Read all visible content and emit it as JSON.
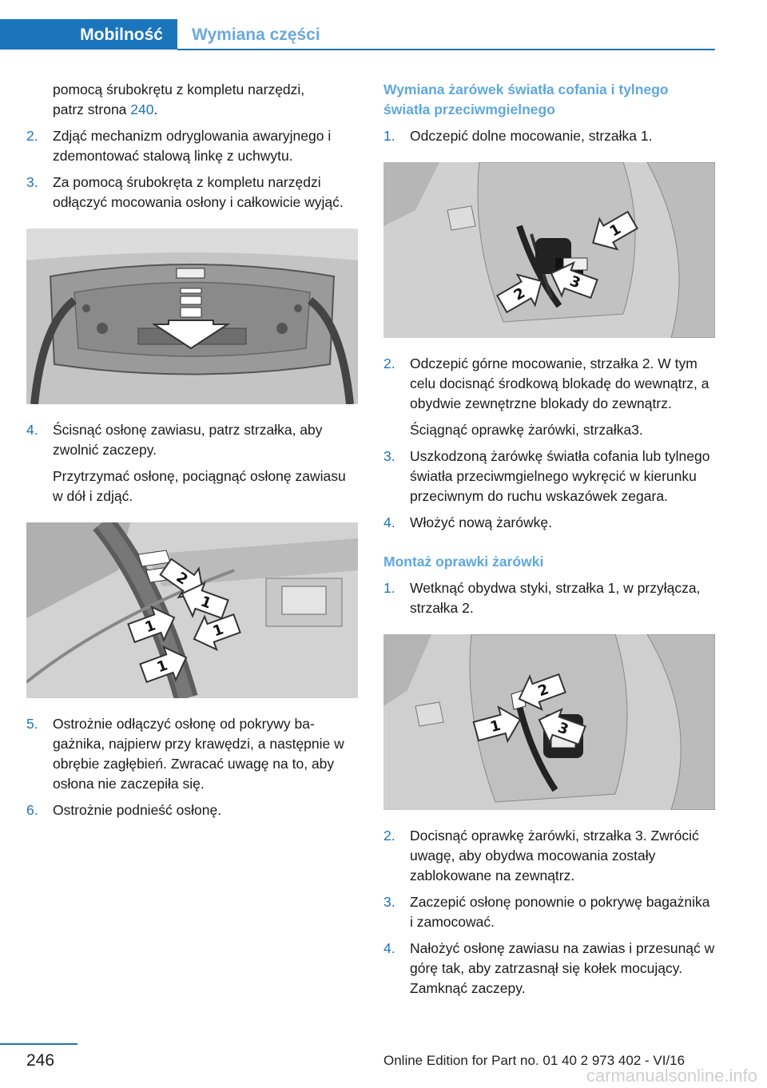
{
  "header": {
    "section": "Mobilność",
    "subsection": "Wymiana części"
  },
  "left": {
    "cont_line_a": "pomocą śrubokrętu z kompletu narzędzi,",
    "cont_line_b_pre": "patrz strona ",
    "cont_line_b_link": "240",
    "cont_line_b_post": ".",
    "steps_a": [
      {
        "n": "2.",
        "text": "Zdjąć mechanizm odryglowania awaryj­nego i zdemontować stalową linkę z uch­wytu."
      },
      {
        "n": "3.",
        "text": "Za pomocą śrubokręta z kompletu narzędzi odłączyć mocowania osłony i całkowicie wyjąć."
      }
    ],
    "step4": {
      "n": "4.",
      "text": "Ścisnąć osłonę zawiasu, patrz strzałka, aby zwolnić zaczepy.",
      "sub": "Przytrzymać osłonę, pociągnąć osłonę za­wiasu w dół i zdjąć."
    },
    "fig2_labels": [
      "2",
      "1",
      "1",
      "1",
      "1"
    ],
    "steps_b": [
      {
        "n": "5.",
        "text": "Ostrożnie odłączyć osłonę od pokrywy ba­gażnika, najpierw przy krawędzi, a następ­nie w obrębie zagłębień. Zwracać uwagę na to, aby osłona nie zaczepiła się."
      },
      {
        "n": "6.",
        "text": "Ostrożnie podnieść osłonę."
      }
    ]
  },
  "right": {
    "heading1": "Wymiana żarówek światła cofania i tylnego światła przeciwmgielnego",
    "step1": {
      "n": "1.",
      "text": "Odczepić dolne mocowanie, strzałka 1."
    },
    "fig3_labels": [
      "1",
      "2",
      "3"
    ],
    "steps_a": [
      {
        "n": "2.",
        "text": "Odczepić górne mocowanie, strzałka 2. W tym celu docisnąć środkową blokadę do wewnątrz, a obydwie zewnętrzne blokady do zewnątrz.",
        "sub": "Ściągnąć oprawkę żarówki, strzałka3."
      },
      {
        "n": "3.",
        "text": "Uszkodzoną żarówkę światła cofania lub tylnego światła przeciwmgielnego wykręcić w kierunku przeciwnym do ruchu wskazó­wek zegara."
      },
      {
        "n": "4.",
        "text": "Włożyć nową żarówkę."
      }
    ],
    "heading2": "Montaż oprawki żarówki",
    "step1b": {
      "n": "1.",
      "text": "Wetknąć obydwa styki, strzałka 1, w przyłą­cza, strzałka 2."
    },
    "fig4_labels": [
      "2",
      "1",
      "3"
    ],
    "steps_b": [
      {
        "n": "2.",
        "text": "Docisnąć oprawkę żarówki, strzałka 3. Zwrócić uwagę, aby obydwa mocowania zostały zablokowane na zewnątrz."
      },
      {
        "n": "3.",
        "text": "Zaczepić osłonę ponownie o pokrywę ba­gażnika i zamocować."
      },
      {
        "n": "4.",
        "text": "Nałożyć osłonę zawiasu na zawias i przesu­nąć w górę tak, aby zatrzasnął się kołek mocujący. Zamknąć zaczepy."
      }
    ]
  },
  "footer": {
    "page_number": "246",
    "edition": "Online Edition for Part no. 01 40 2 973 402 - VI/16",
    "watermark": "carmanualsonline.info"
  }
}
